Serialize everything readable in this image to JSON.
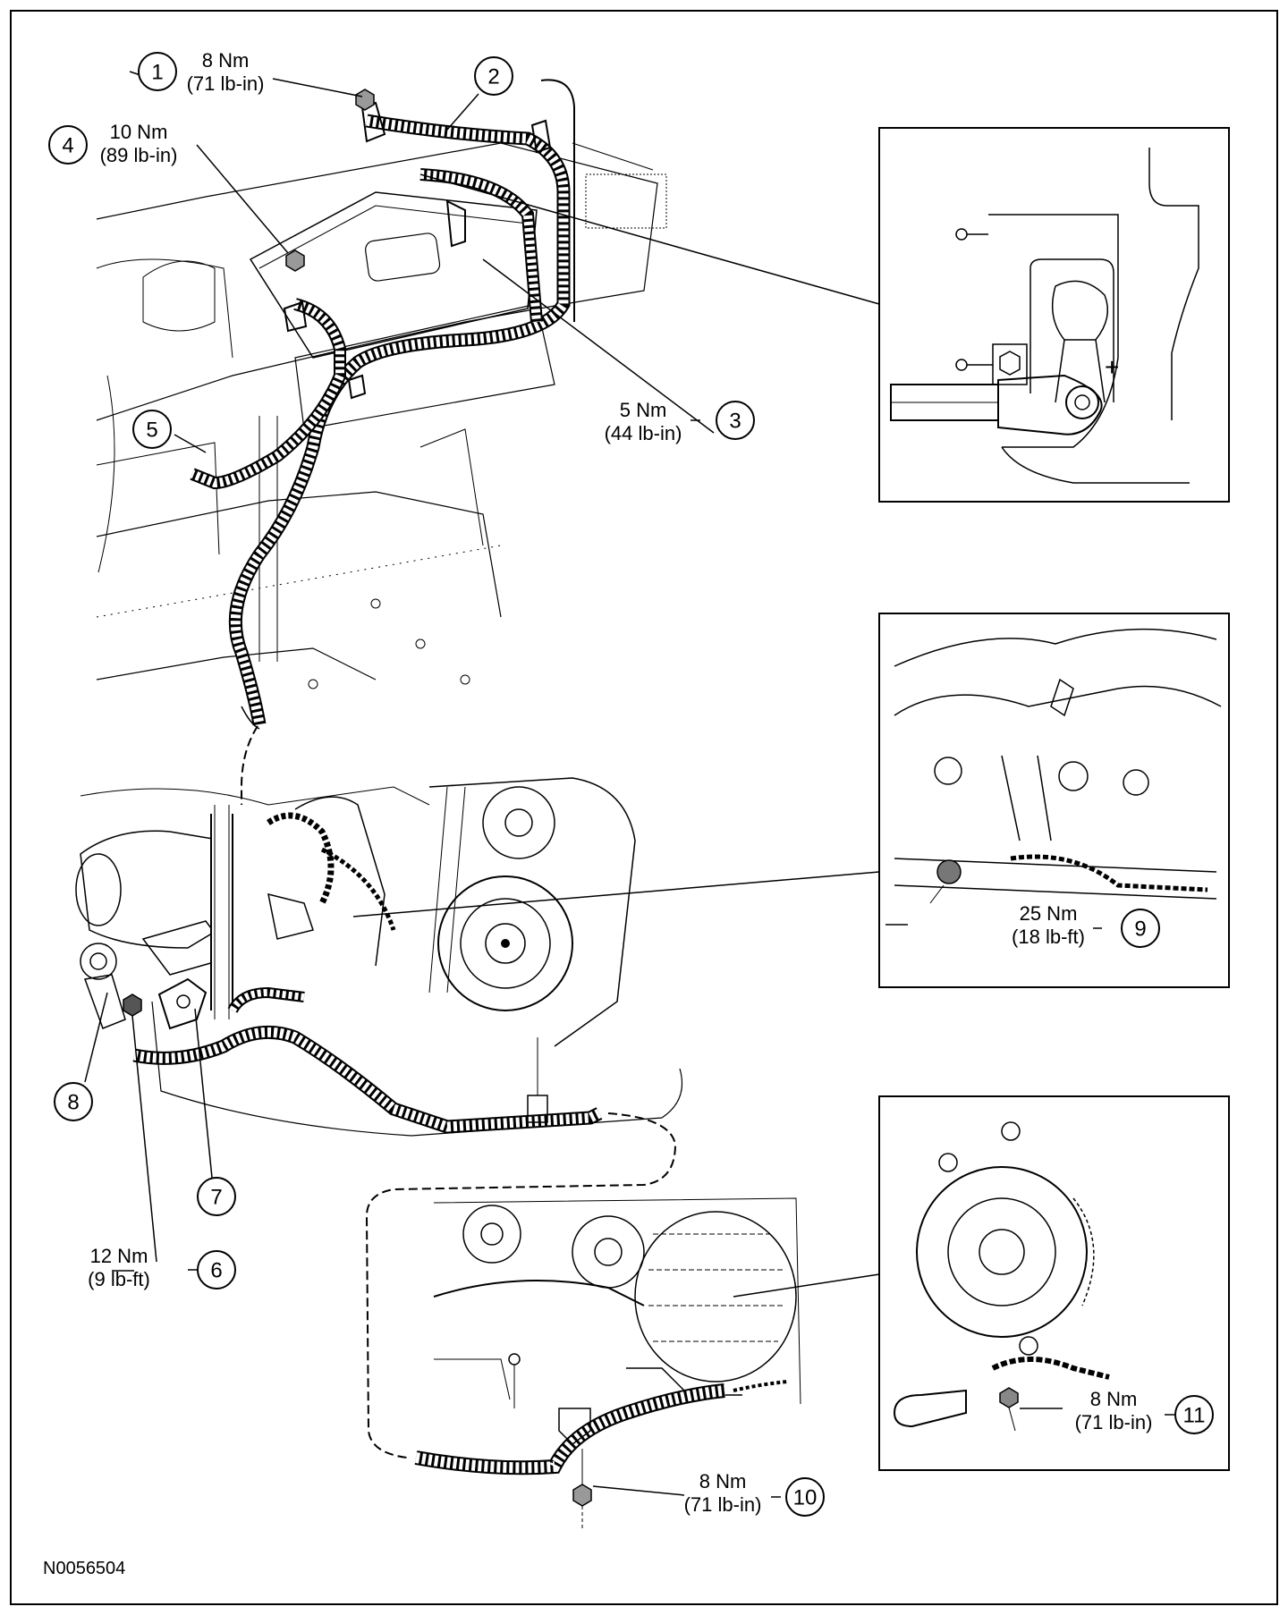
{
  "figure_id": "N0056504",
  "callouts": [
    {
      "num": "1",
      "line1": "8 Nm",
      "line2": "(71 lb-in)"
    },
    {
      "num": "2",
      "line1": "",
      "line2": ""
    },
    {
      "num": "3",
      "line1": "5 Nm",
      "line2": "(44 lb-in)"
    },
    {
      "num": "4",
      "line1": "10 Nm",
      "line2": "(89 lb-in)"
    },
    {
      "num": "5",
      "line1": "",
      "line2": ""
    },
    {
      "num": "6",
      "line1": "12 Nm",
      "line2": "(9 lb-ft)"
    },
    {
      "num": "7",
      "line1": "",
      "line2": ""
    },
    {
      "num": "8",
      "line1": "",
      "line2": ""
    },
    {
      "num": "9",
      "line1": "25 Nm",
      "line2": "(18 lb-ft)"
    },
    {
      "num": "10",
      "line1": "8 Nm",
      "line2": "(71 lb-in)"
    },
    {
      "num": "11",
      "line1": "8 Nm",
      "line2": "(71 lb-in)"
    }
  ]
}
